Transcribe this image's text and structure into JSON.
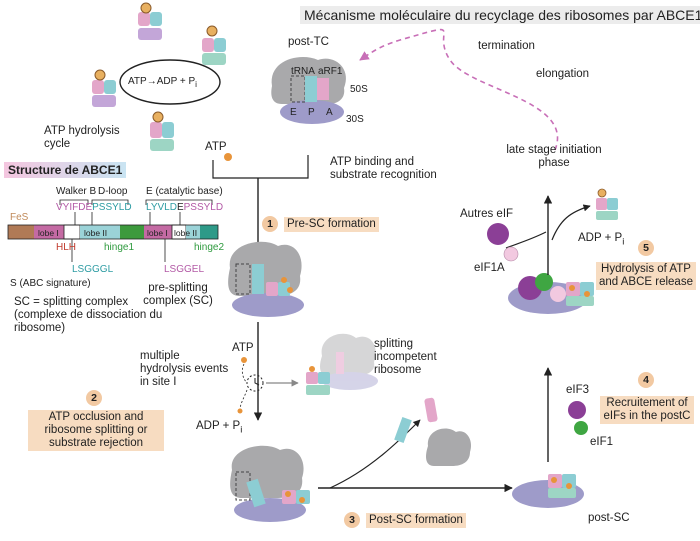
{
  "title": "Mécanisme moléculaire du recyclage des ribosomes par ABCE1",
  "cycle": {
    "equation": "ATP→ADP + P",
    "equation_sub": "i",
    "label": "ATP hydrolysis cycle"
  },
  "pathway": {
    "termination": "termination",
    "elongation": "elongation",
    "late_initiation": "late stage initiation phase",
    "post_tc": "post-TC",
    "trna": "tRNA",
    "arf1": "aRF1",
    "s50": "50S",
    "s30": "30S",
    "sites": [
      "E",
      "P",
      "A"
    ]
  },
  "atp_binding": {
    "atp": "ATP",
    "label": "ATP binding and substrate recognition"
  },
  "structure": {
    "title": "Structure de ABCE1",
    "walker_b": "Walker B",
    "dloop": "D-loop",
    "catalytic_base": "E (catalytic base)",
    "seq1_purple": "VYIFDE",
    "seq1_teal": "PSSYLD",
    "seq2_teal": "LYVLD",
    "seq2_dark": "E",
    "seq2_purple": "PSSYLD",
    "fes": "FeS",
    "domains": [
      "lobe I",
      "lobe II",
      "lobe I",
      "lobe II"
    ],
    "hlh": "HLH",
    "hinge1": "hinge1",
    "hinge2": "hinge2",
    "signature1": "LSGGGL",
    "signature2": "LSGGEL",
    "signature_label": "S (ABC signature)"
  },
  "pre_sc": {
    "label": "pre-splitting complex (SC)",
    "sc_def": "SC = splitting complex (complexe de dissociation du ribosome)",
    "multiple_hydrolysis": "multiple hydrolysis events in site I",
    "atp": "ATP",
    "adp": "ADP + P",
    "adp_sub": "i",
    "incompetent": "splitting incompetent ribosome"
  },
  "steps": [
    {
      "num": "1",
      "text": "Pre-SC formation"
    },
    {
      "num": "2",
      "text": "ATP occlusion and ribosome splitting or substrate rejection"
    },
    {
      "num": "3",
      "text": "Post-SC formation"
    },
    {
      "num": "4",
      "text": "Recruitement of eIFs in the postC"
    },
    {
      "num": "5",
      "text": "Hydrolysis of ATP and ABCE release"
    }
  ],
  "right_side": {
    "autres_eif": "Autres eIF",
    "eif1a": "eIF1A",
    "adp": "ADP + P",
    "adp_sub": "i",
    "eif3": "eIF3",
    "eif1": "eIF1",
    "post_sc": "post-SC"
  },
  "colors": {
    "ribosome_large": "#a9a9ab",
    "ribosome_small": "#9e9bc9",
    "abce_pink": "#e3a6c9",
    "abce_teal": "#8ccdd3",
    "atp_orange": "#e8943a",
    "step_badge": "#f2c9a2",
    "eif_purple": "#8b3f96",
    "eif_green": "#3fa642",
    "eif_pink": "#f2c9e0",
    "arrow_pink": "#c86fb7"
  }
}
